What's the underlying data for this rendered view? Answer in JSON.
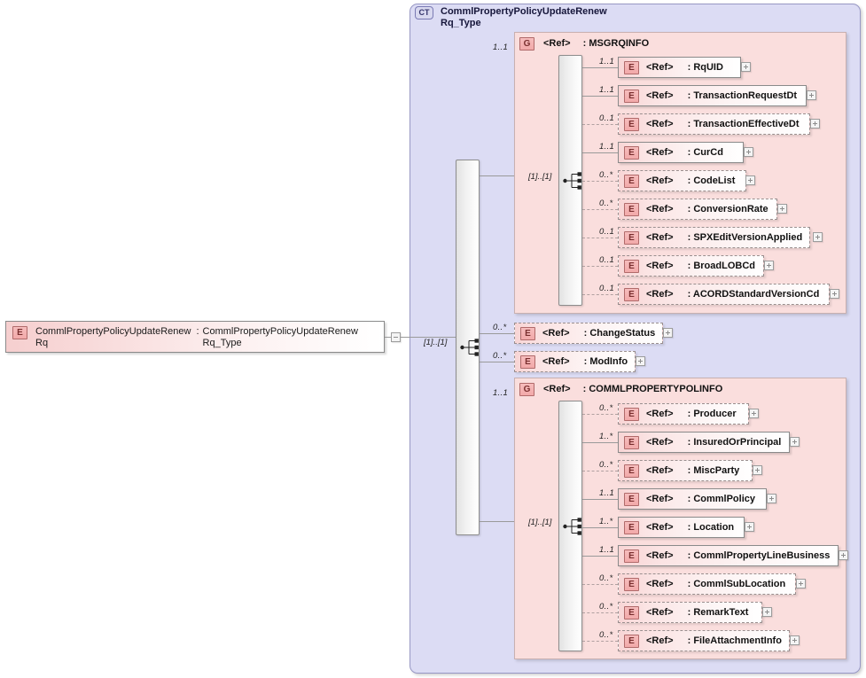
{
  "diagram": {
    "type": "xsd-schema-diagram",
    "root_element": {
      "badge": "E",
      "name": "CommlPropertyPolicyUpdateRenewRq",
      "name_line1": "CommlPropertyPolicyUpdateRenew",
      "name_line2": "Rq",
      "separator": ":",
      "type_line1": "CommlPropertyPolicyUpdateRenew",
      "type_line2": "Rq_Type",
      "collapse_icon": "minus-box"
    },
    "complex_type": {
      "badge": "CT",
      "title_line1": "CommlPropertyPolicyUpdateRenew",
      "title_line2": "Rq_Type",
      "sequence_cardinality": "[1]..[1]",
      "compositor": "sequence"
    },
    "children": [
      {
        "kind": "group",
        "badge": "G",
        "ref_label": "<Ref>",
        "separator": ":",
        "name": "MSGRQINFO",
        "cardinality": "1..1",
        "optional": false,
        "sequence_cardinality": "[1]..[1]",
        "members": [
          {
            "badge": "E",
            "ref_label": "<Ref>",
            "separator": ":",
            "name": "RqUID",
            "cardinality": "1..1",
            "optional": false,
            "expand": "plus"
          },
          {
            "badge": "E",
            "ref_label": "<Ref>",
            "separator": ":",
            "name": "TransactionRequestDt",
            "cardinality": "1..1",
            "optional": false,
            "expand": "plus"
          },
          {
            "badge": "E",
            "ref_label": "<Ref>",
            "separator": ":",
            "name": "TransactionEffectiveDt",
            "cardinality": "0..1",
            "optional": true,
            "expand": "plus"
          },
          {
            "badge": "E",
            "ref_label": "<Ref>",
            "separator": ":",
            "name": "CurCd",
            "cardinality": "1..1",
            "optional": false,
            "expand": "plus"
          },
          {
            "badge": "E",
            "ref_label": "<Ref>",
            "separator": ":",
            "name": "CodeList",
            "cardinality": "0..*",
            "optional": true,
            "expand": "plus"
          },
          {
            "badge": "E",
            "ref_label": "<Ref>",
            "separator": ":",
            "name": "ConversionRate",
            "cardinality": "0..*",
            "optional": true,
            "expand": "plus"
          },
          {
            "badge": "E",
            "ref_label": "<Ref>",
            "separator": ":",
            "name": "SPXEditVersionApplied",
            "cardinality": "0..1",
            "optional": true,
            "expand": "plus"
          },
          {
            "badge": "E",
            "ref_label": "<Ref>",
            "separator": ":",
            "name": "BroadLOBCd",
            "cardinality": "0..1",
            "optional": true,
            "expand": "plus"
          },
          {
            "badge": "E",
            "ref_label": "<Ref>",
            "separator": ":",
            "name": "ACORDStandardVersionCd",
            "cardinality": "0..1",
            "optional": true,
            "expand": "plus"
          }
        ]
      },
      {
        "kind": "element",
        "badge": "E",
        "ref_label": "<Ref>",
        "separator": ":",
        "name": "ChangeStatus",
        "cardinality": "0..*",
        "optional": true,
        "expand": "plus"
      },
      {
        "kind": "element",
        "badge": "E",
        "ref_label": "<Ref>",
        "separator": ":",
        "name": "ModInfo",
        "cardinality": "0..*",
        "optional": true,
        "expand": "plus"
      },
      {
        "kind": "group",
        "badge": "G",
        "ref_label": "<Ref>",
        "separator": ":",
        "name": "COMMLPROPERTYPOLINFO",
        "cardinality": "1..1",
        "optional": false,
        "sequence_cardinality": "[1]..[1]",
        "members": [
          {
            "badge": "E",
            "ref_label": "<Ref>",
            "separator": ":",
            "name": "Producer",
            "cardinality": "0..*",
            "optional": true,
            "expand": "plus"
          },
          {
            "badge": "E",
            "ref_label": "<Ref>",
            "separator": ":",
            "name": "InsuredOrPrincipal",
            "cardinality": "1..*",
            "optional": false,
            "expand": "plus"
          },
          {
            "badge": "E",
            "ref_label": "<Ref>",
            "separator": ":",
            "name": "MiscParty",
            "cardinality": "0..*",
            "optional": true,
            "expand": "plus"
          },
          {
            "badge": "E",
            "ref_label": "<Ref>",
            "separator": ":",
            "name": "CommlPolicy",
            "cardinality": "1..1",
            "optional": false,
            "expand": "plus"
          },
          {
            "badge": "E",
            "ref_label": "<Ref>",
            "separator": ":",
            "name": "Location",
            "cardinality": "1..*",
            "optional": false,
            "expand": "plus"
          },
          {
            "badge": "E",
            "ref_label": "<Ref>",
            "separator": ":",
            "name": "CommlPropertyLineBusiness",
            "cardinality": "1..1",
            "optional": false,
            "expand": "plus"
          },
          {
            "badge": "E",
            "ref_label": "<Ref>",
            "separator": ":",
            "name": "CommlSubLocation",
            "cardinality": "0..*",
            "optional": true,
            "expand": "plus"
          },
          {
            "badge": "E",
            "ref_label": "<Ref>",
            "separator": ":",
            "name": "RemarkText",
            "cardinality": "0..*",
            "optional": true,
            "expand": "plus"
          },
          {
            "badge": "E",
            "ref_label": "<Ref>",
            "separator": ":",
            "name": "FileAttachmentInfo",
            "cardinality": "0..*",
            "optional": true,
            "expand": "plus"
          }
        ]
      }
    ],
    "colors": {
      "complex_type_fill": "#dcdcf4",
      "complex_type_border": "#9797c4",
      "group_fill": "#fadedd",
      "group_border": "#c8b0b0",
      "element_accent": "#f2a9a9",
      "line": "#9a9a9a",
      "page_background": "#ffffff"
    }
  }
}
